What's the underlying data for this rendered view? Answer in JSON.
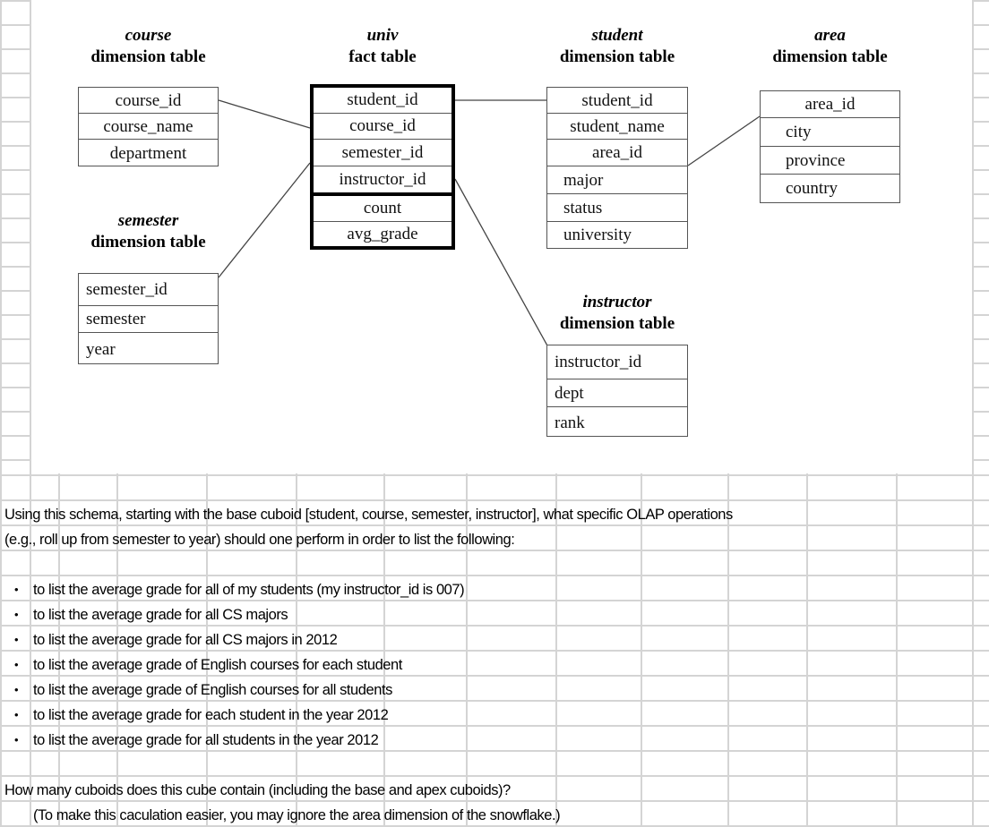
{
  "diagram": {
    "tables": [
      {
        "key": "course",
        "name": "course",
        "subtitle": "dimension table",
        "fields": [
          "course_id",
          "course_name",
          "department"
        ]
      },
      {
        "key": "univ",
        "name": "univ",
        "subtitle": "fact table",
        "fields": [
          "student_id",
          "course_id",
          "semester_id",
          "instructor_id",
          "count",
          "avg_grade"
        ],
        "measures": [
          "count",
          "avg_grade"
        ]
      },
      {
        "key": "student",
        "name": "student",
        "subtitle": "dimension table",
        "fields": [
          "student_id",
          "student_name",
          "area_id",
          "major",
          "status",
          "university"
        ]
      },
      {
        "key": "area",
        "name": "area",
        "subtitle": "dimension table",
        "fields": [
          "area_id",
          "city",
          "province",
          "country"
        ]
      },
      {
        "key": "semester",
        "name": "semester",
        "subtitle": "dimension table",
        "fields": [
          "semester_id",
          "semester",
          "year"
        ]
      },
      {
        "key": "instructor",
        "name": "instructor",
        "subtitle": "dimension table",
        "fields": [
          "instructor_id",
          "dept",
          "rank"
        ]
      }
    ],
    "links": [
      {
        "from": "course.course_id",
        "to": "univ.course_id"
      },
      {
        "from": "univ.student_id",
        "to": "student.student_id"
      },
      {
        "from": "student.area_id",
        "to": "area.area_id"
      },
      {
        "from": "semester.semester_id",
        "to": "univ.semester_id"
      },
      {
        "from": "univ.instructor_id",
        "to": "instructor.instructor_id"
      }
    ],
    "line_color": "#444444",
    "fact_border_color": "#000000"
  },
  "question": {
    "intro_line1": "Using this schema, starting with the base cuboid [student, course, semester, instructor], what specific OLAP operations",
    "intro_line2": "(e.g., roll up from semester to year) should one perform in order to list the following:",
    "bullet_glyph": "•",
    "bullets": [
      "to list the average grade for all of my students (my instructor_id is 007)",
      "to list the average grade for all CS majors",
      "to list the average grade for all CS majors in 2012",
      "to list the average grade of English courses for each student",
      "to list the average grade of English courses for all students",
      "to list the average grade for each student in the year 2012",
      "to list the average grade for all students in the year 2012"
    ],
    "closing_line1": "How many cuboids does this cube contain (including the base and apex cuboids)?",
    "closing_line2": "(To make this caculation easier, you may ignore the area dimension of the snowflake.)"
  },
  "grid": {
    "line_color": "#d4d4d4",
    "column_x": [
      0,
      33,
      65,
      130,
      230,
      330,
      428,
      520,
      620,
      715,
      812,
      900,
      1000,
      1085,
      1104
    ],
    "row_y_top": [
      0,
      27,
      54,
      81,
      108,
      135,
      162,
      189,
      216,
      243,
      270,
      297,
      324,
      351,
      378,
      405,
      432,
      459,
      486,
      513,
      530
    ],
    "row_y_bottom": [
      530,
      558,
      586,
      614,
      642,
      670,
      698,
      726,
      754,
      782,
      810,
      838,
      866,
      894,
      922
    ]
  }
}
